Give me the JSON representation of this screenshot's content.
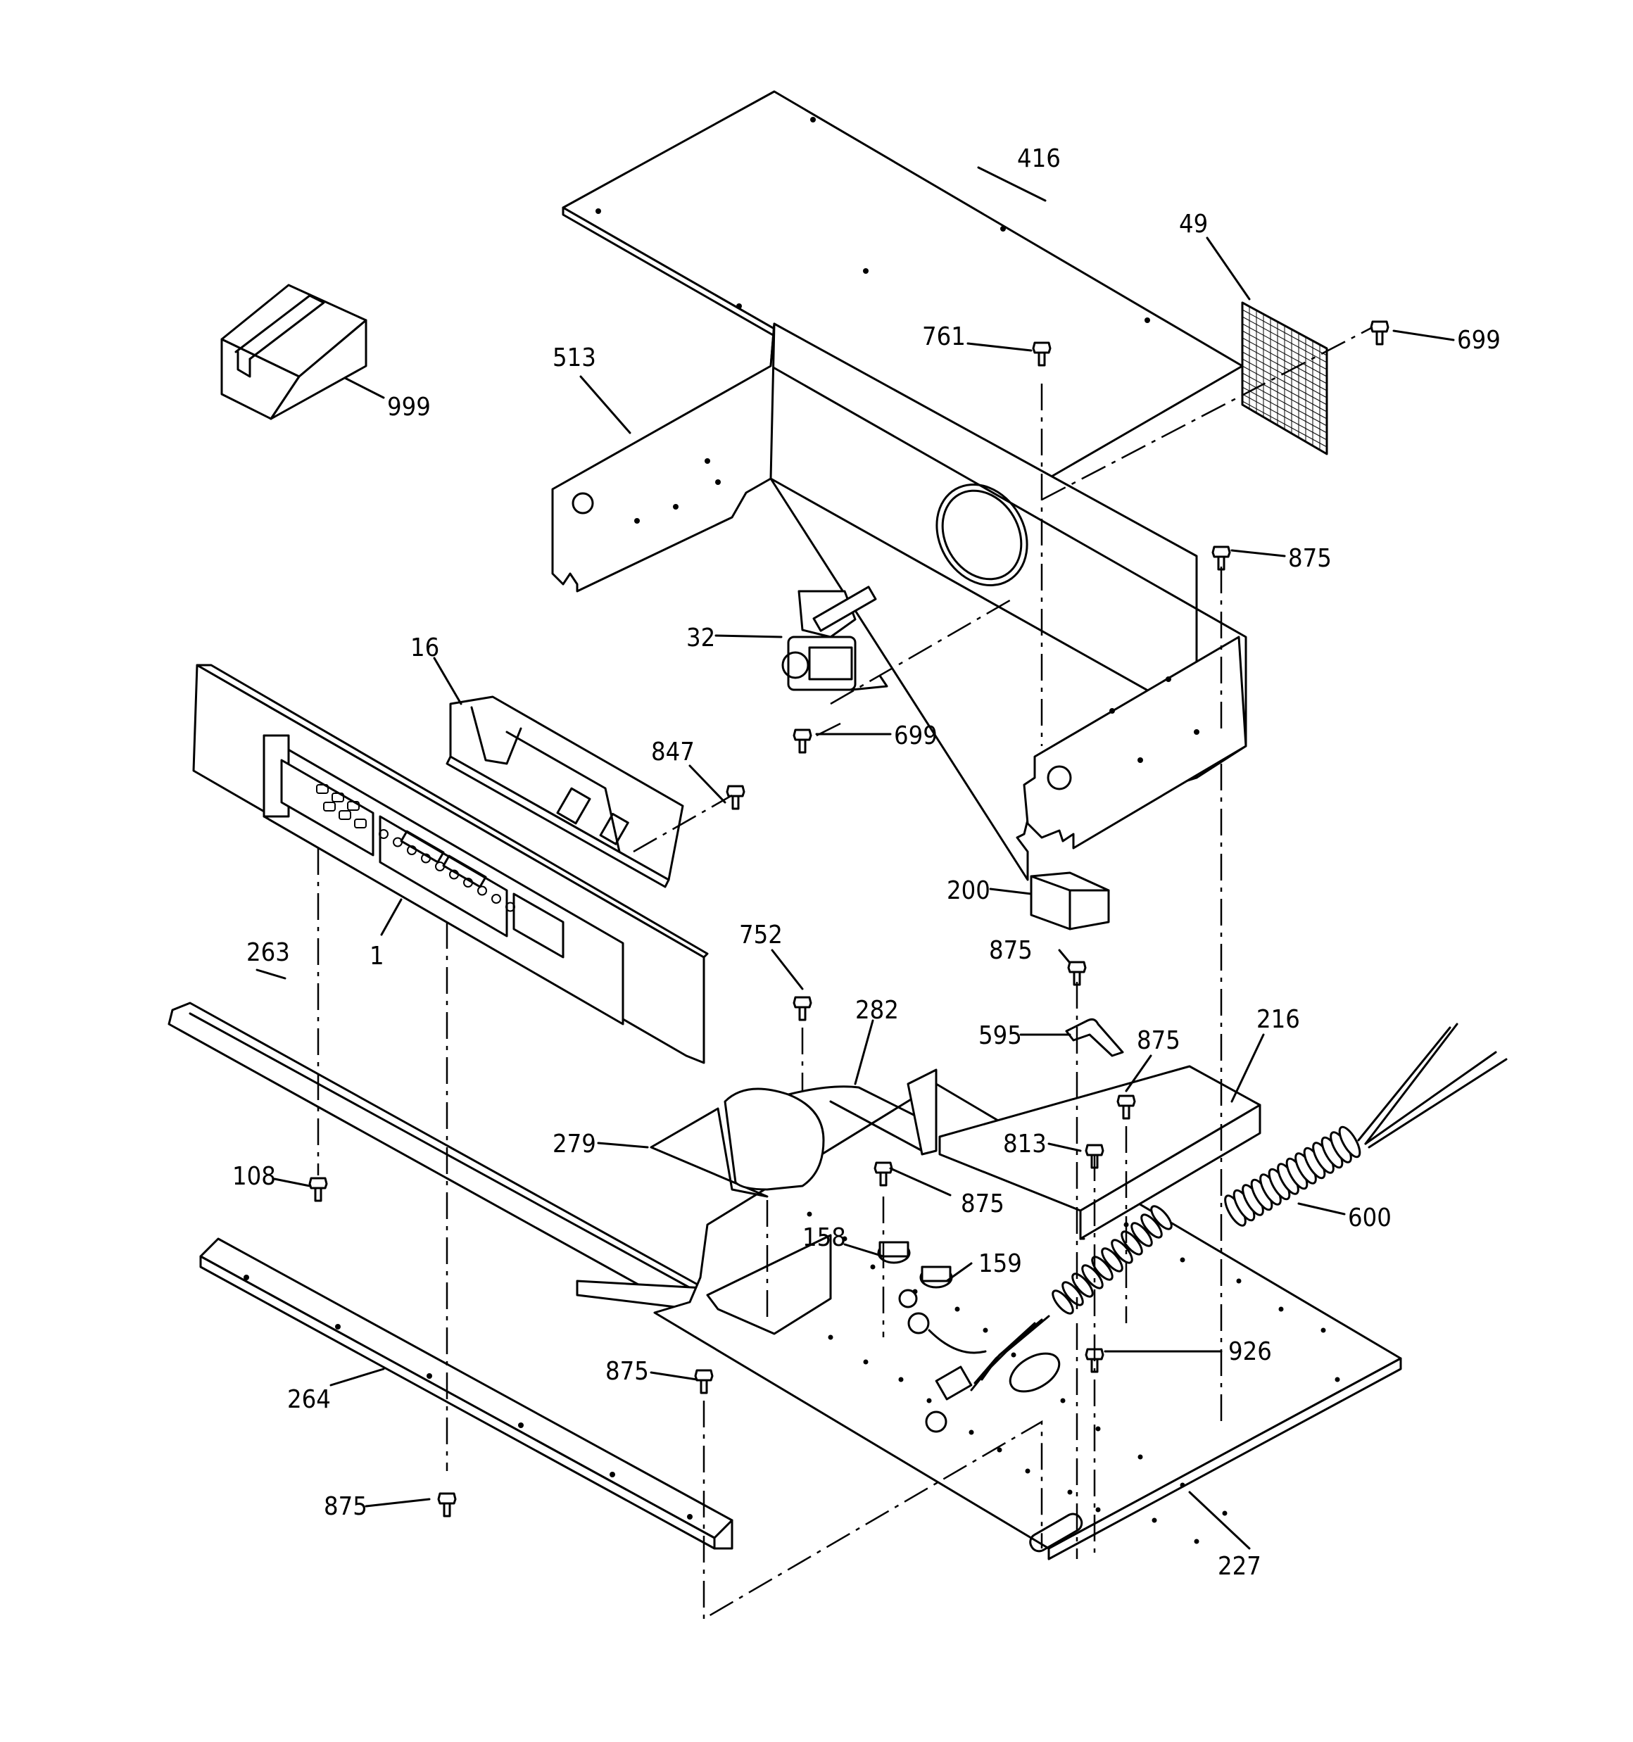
{
  "diagram": {
    "callouts": [
      {
        "id": "416",
        "text": "416"
      },
      {
        "id": "49",
        "text": "49"
      },
      {
        "id": "699a",
        "text": "699"
      },
      {
        "id": "761",
        "text": "761"
      },
      {
        "id": "513",
        "text": "513"
      },
      {
        "id": "999",
        "text": "999"
      },
      {
        "id": "875a",
        "text": "875"
      },
      {
        "id": "32",
        "text": "32"
      },
      {
        "id": "16",
        "text": "16"
      },
      {
        "id": "699b",
        "text": "699"
      },
      {
        "id": "847",
        "text": "847"
      },
      {
        "id": "200",
        "text": "200"
      },
      {
        "id": "263",
        "text": "263"
      },
      {
        "id": "1",
        "text": "1"
      },
      {
        "id": "752",
        "text": "752"
      },
      {
        "id": "875b",
        "text": "875"
      },
      {
        "id": "282",
        "text": "282"
      },
      {
        "id": "595",
        "text": "595"
      },
      {
        "id": "875c",
        "text": "875"
      },
      {
        "id": "216",
        "text": "216"
      },
      {
        "id": "279",
        "text": "279"
      },
      {
        "id": "813",
        "text": "813"
      },
      {
        "id": "108",
        "text": "108"
      },
      {
        "id": "875d",
        "text": "875"
      },
      {
        "id": "600",
        "text": "600"
      },
      {
        "id": "158",
        "text": "158"
      },
      {
        "id": "159",
        "text": "159"
      },
      {
        "id": "926",
        "text": "926"
      },
      {
        "id": "875e",
        "text": "875"
      },
      {
        "id": "264",
        "text": "264"
      },
      {
        "id": "875f",
        "text": "875"
      },
      {
        "id": "227",
        "text": "227"
      }
    ]
  }
}
